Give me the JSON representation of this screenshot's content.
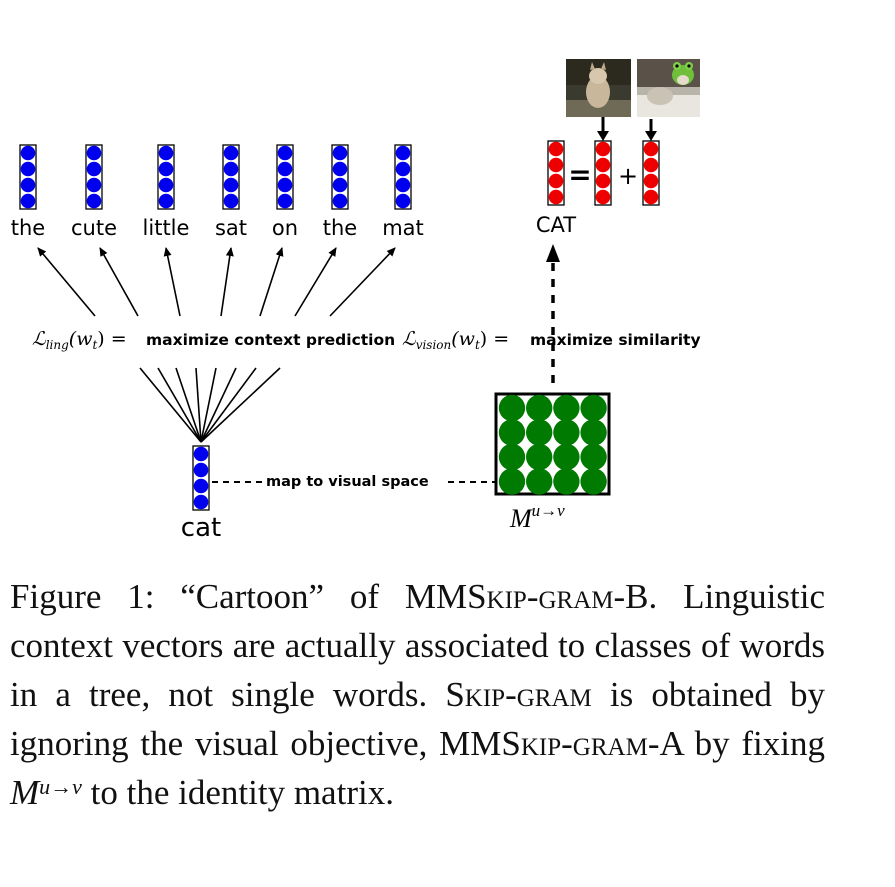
{
  "diagram": {
    "context_words": [
      "the",
      "cute",
      "little",
      "sat",
      "on",
      "the",
      "mat"
    ],
    "target_word": "cat",
    "visual_label": "CAT",
    "equals_sign": "=",
    "plus_sign": "+",
    "ling_loss_symbol": "ℒ",
    "ling_loss_subscript": "ling",
    "ling_loss_arg": "(w",
    "ling_loss_arg_sub": "t",
    "ling_loss_arg_close": ") =",
    "ling_loss_text": "maximize context prediction",
    "vision_loss_symbol": "ℒ",
    "vision_loss_subscript": "vision",
    "vision_loss_arg": "(w",
    "vision_loss_arg_sub": "t",
    "vision_loss_arg_close": ") =",
    "vision_loss_text": "maximize similarity",
    "map_label": "map to visual space",
    "matrix_label_base": "M",
    "matrix_label_sup": "u→v",
    "colors": {
      "linguistic_vector": "#0000ee",
      "visual_vector": "#ee0000",
      "matrix": "#007a00"
    },
    "images": [
      "cat photo",
      "cat in frog hat photo"
    ]
  },
  "caption": {
    "lead": "Figure 1:  “Cartoon” of MMS",
    "sc1": "kip-gram",
    "part2": "-B. Linguistic context vectors are actually associated to classes of words in a tree, not single words. S",
    "sc2": "kip-gram",
    "part3": " is obtained by ignoring the visual objective, MMS",
    "sc3": "kip-gram",
    "part4": "-A by fixing ",
    "math_base": "M",
    "math_sup": "u→v",
    "part5": " to the identity matrix."
  }
}
